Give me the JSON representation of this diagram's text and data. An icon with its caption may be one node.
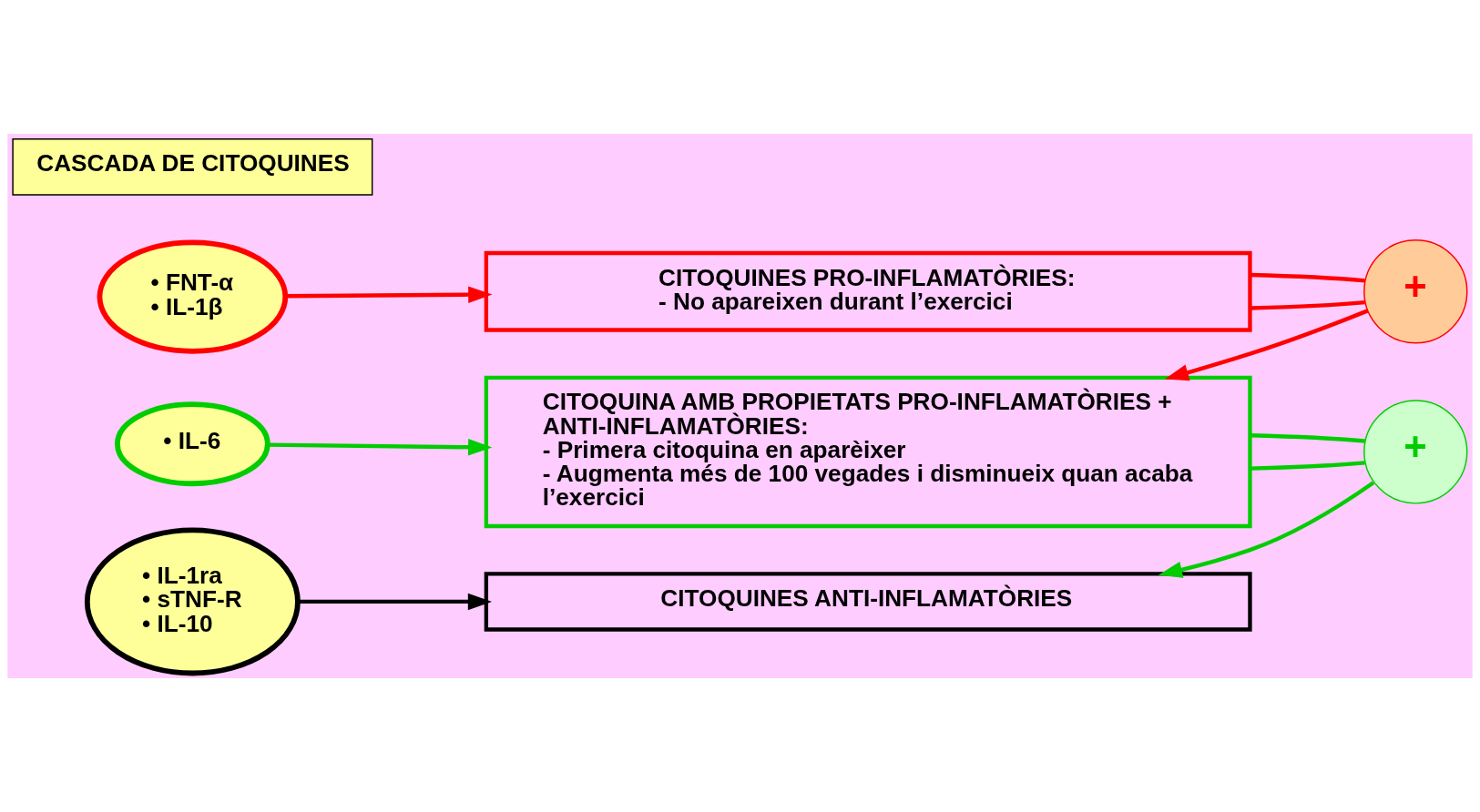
{
  "diagram": {
    "nodes": [
      {
        "text": [
          "CASCADA DE CITOQUINES"
        ]
      },
      {
        "text": [
          "• FNT-α",
          "• IL-1β"
        ]
      },
      {
        "text": [
          "• IL-6"
        ]
      },
      {
        "text": [
          "• IL-1ra",
          "• sTNF-R",
          "• IL-10"
        ]
      },
      {
        "text": [
          "CITOQUINES PRO-INFLAMATÒRIES:",
          "- No apareixen durant l’exercici"
        ]
      },
      {
        "text": [
          "CITOQUINA AMB PROPIETATS PRO-INFLAMATÒRIES + ANTI-INFLAMATÒRIES:",
          "- Primera citoquina en aparèixer",
          "- Augmenta més de 100 vegades i disminueix quan acaba l’exercici"
        ]
      },
      {
        "text": [
          "CITOQUINES ANTI-INFLAMATÒRIES"
        ]
      },
      {
        "text": [
          "+"
        ]
      },
      {
        "text": [
          "+"
        ]
      }
    ],
    "edges": [
      {
        "from": 1,
        "to": 4,
        "arrow": "to",
        "color": "#ff0000"
      },
      {
        "from": 2,
        "to": 5,
        "arrow": "to",
        "color": "#00cc00"
      },
      {
        "from": 3,
        "to": 6,
        "arrow": "to",
        "color": "#000000"
      },
      {
        "from": 4,
        "to": 7,
        "arrow": "none",
        "color": "#ff0000"
      },
      {
        "from": 4,
        "to": 7,
        "arrow": "none",
        "color": "#ff0000"
      },
      {
        "from": 7,
        "to": 5,
        "arrow": "to",
        "color": "#ff0000"
      },
      {
        "from": 5,
        "to": 8,
        "arrow": "none",
        "color": "#00cc00"
      },
      {
        "from": 5,
        "to": 8,
        "arrow": "none",
        "color": "#00cc00"
      },
      {
        "from": 8,
        "to": 6,
        "arrow": "to",
        "color": "#00cc00"
      }
    ]
  }
}
